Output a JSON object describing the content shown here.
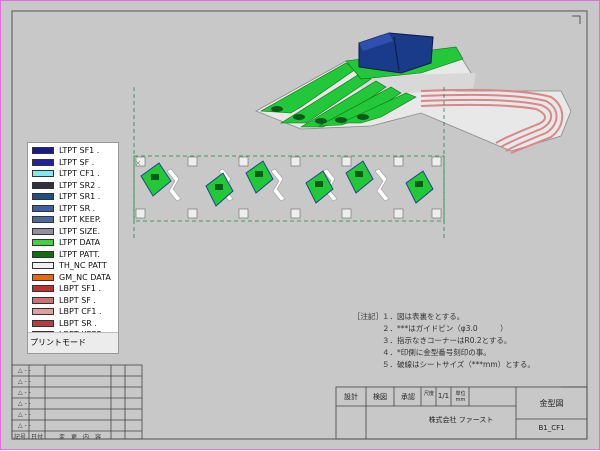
{
  "layers": [
    {
      "label": "LTPT SF1 .",
      "color": "#1a1a8c"
    },
    {
      "label": "LTPT SF .",
      "color": "#2020a0"
    },
    {
      "label": "LTPT CF1 .",
      "color": "#80e8f0"
    },
    {
      "label": "LTPT SR2 .",
      "color": "#303040"
    },
    {
      "label": "LTPT SR1 .",
      "color": "#205080"
    },
    {
      "label": "LTPT SR .",
      "color": "#3a60a0"
    },
    {
      "label": "LTPT KEEP.",
      "color": "#4a6a9a"
    },
    {
      "label": "LTPT SIZE.",
      "color": "#9090a0"
    },
    {
      "label": "LTPT DATA",
      "color": "#40d040"
    },
    {
      "label": "LTPT PATT.",
      "color": "#107010"
    },
    {
      "label": "TH_NC PATT",
      "color": "#f0f0f0"
    },
    {
      "label": "GM_NC DATA",
      "color": "#e86a10"
    },
    {
      "label": "LBPT SF1 .",
      "color": "#c03030"
    },
    {
      "label": "LBPT SF .",
      "color": "#d07070"
    },
    {
      "label": "LBPT CF1 .",
      "color": "#e0a0a0"
    },
    {
      "label": "LBPT SR .",
      "color": "#b04040"
    },
    {
      "label": "LBPT KEEP",
      "color": "#804040"
    }
  ],
  "panel": {
    "mode_label": "プリントモード"
  },
  "notes": {
    "header": "［注記］",
    "lines": [
      "１．図は表裏をとする。",
      "２．***はガイドピン（φ3.0　　　）",
      "３．指示なきコーナーはR0.2とする。",
      "４．*印側に金型番号刻印の事。",
      "５．破線はシートサイズ（***mm）とする。"
    ]
  },
  "title_block": {
    "design": "設計",
    "check": "検図",
    "approve": "承認",
    "scale_label": "尺度",
    "scale": "1/1",
    "unit_label": "単位",
    "unit": "mm",
    "company": "株式会社 ファースト",
    "drawing_title": "金型図",
    "drawing_no": "B1_CF1"
  },
  "revision": {
    "rows": [
      "△ - -",
      "△ - -",
      "△ - -",
      "△ - -",
      "△ - -",
      "△ - -"
    ],
    "footer": [
      "記号",
      "日付",
      "変　更　内　容"
    ]
  },
  "colors": {
    "background": "#c8c8c8",
    "board_green": "#22c83a",
    "connector": "#1a3a8a",
    "substrate": "#e8e8e8",
    "trace": "#d88888"
  }
}
